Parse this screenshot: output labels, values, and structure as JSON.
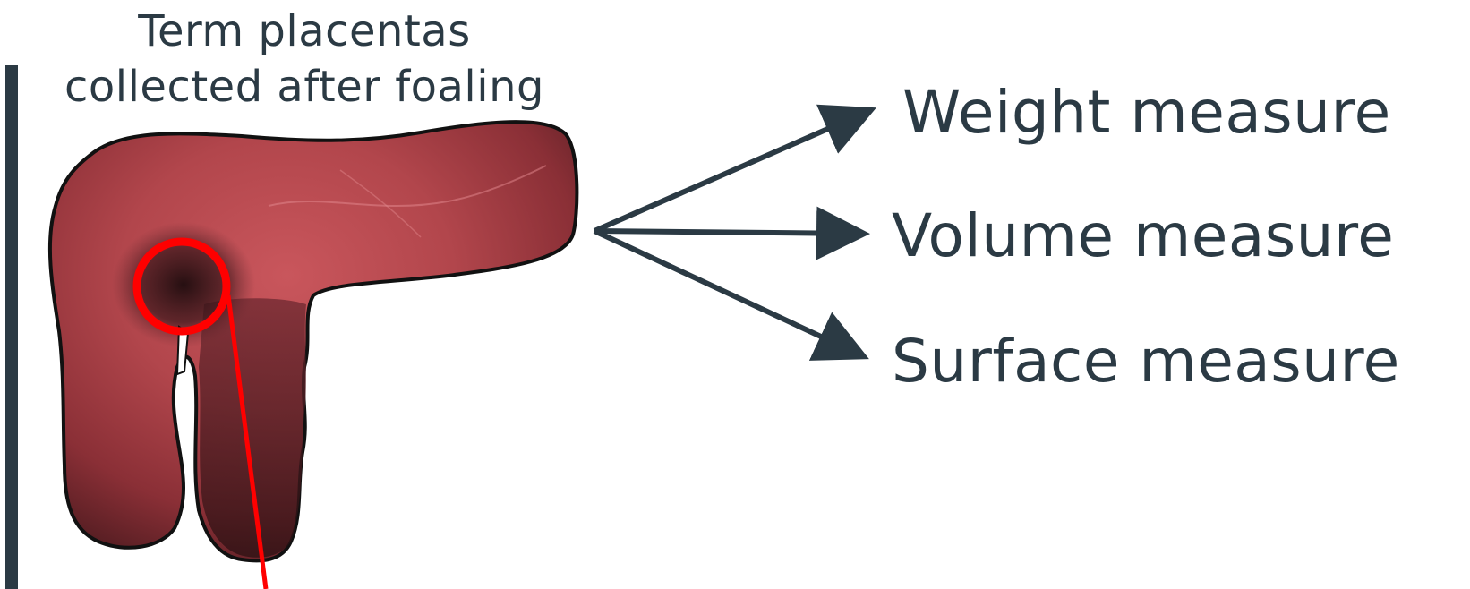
{
  "caption": {
    "line1": "Term placentas",
    "line2": "collected after foaling"
  },
  "measures": {
    "weight": "Weight measure",
    "volume": "Volume measure",
    "surface": "Surface measure"
  },
  "colors": {
    "text": "#2b3a44",
    "placenta": "#b5454c",
    "highlight": "#ff0000"
  }
}
